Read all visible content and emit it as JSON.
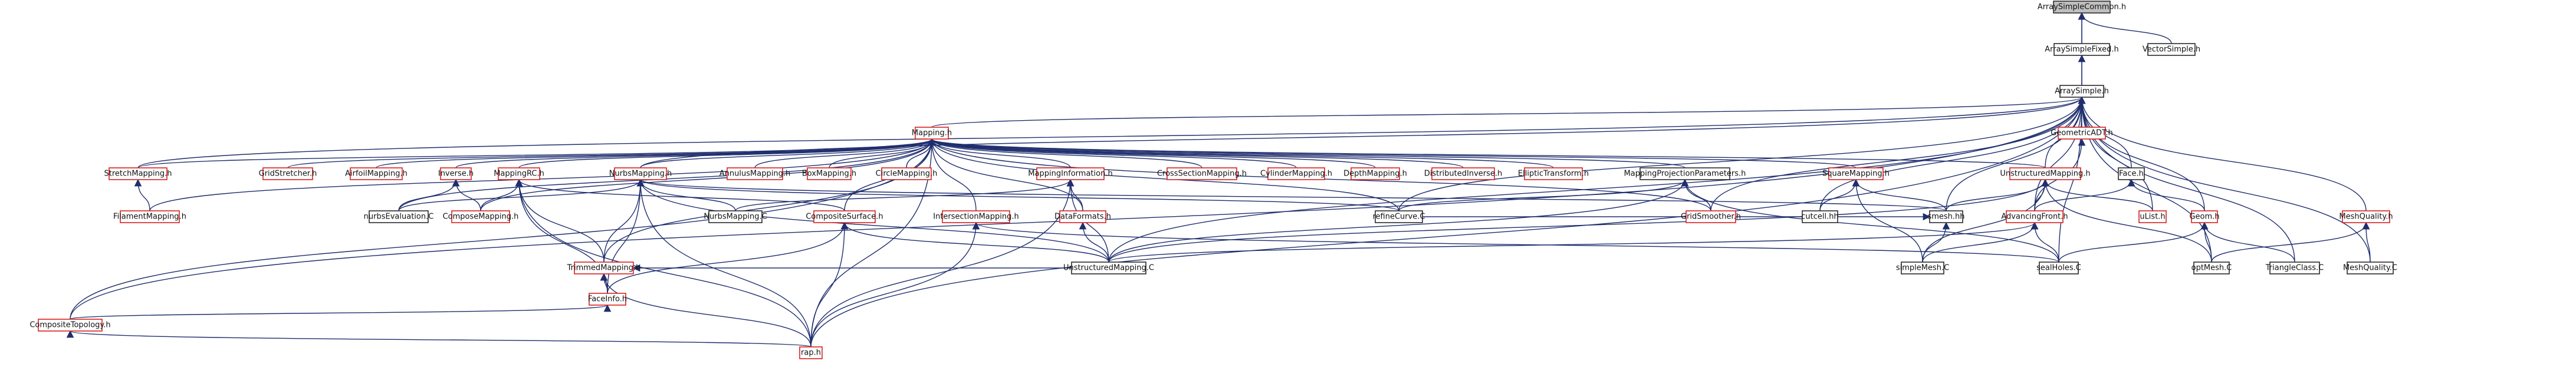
{
  "nodes": [
    {
      "id": "ArraySimpleCommon.h",
      "label": "ArraySimpleCommon.h",
      "color": "root"
    },
    {
      "id": "ArraySimpleFixed.h",
      "label": "ArraySimpleFixed.h",
      "color": "black"
    },
    {
      "id": "VectorSimple.h",
      "label": "VectorSimple.h",
      "color": "black"
    },
    {
      "id": "ArraySimple.h",
      "label": "ArraySimple.h",
      "color": "black"
    },
    {
      "id": "Mapping.h",
      "label": "Mapping.h",
      "color": "red"
    },
    {
      "id": "GeometricADT.h",
      "label": "GeometricADT.h",
      "color": "red"
    },
    {
      "id": "StretchMapping.h",
      "label": "StretchMapping.h",
      "color": "red"
    },
    {
      "id": "GridStretcher.h",
      "label": "GridStretcher.h",
      "color": "red"
    },
    {
      "id": "AirfoilMapping.h",
      "label": "AirfoilMapping.h",
      "color": "red"
    },
    {
      "id": "Inverse.h",
      "label": "Inverse.h",
      "color": "red"
    },
    {
      "id": "MappingRC.h",
      "label": "MappingRC.h",
      "color": "red"
    },
    {
      "id": "NurbsMapping.h",
      "label": "NurbsMapping.h",
      "color": "red"
    },
    {
      "id": "AnnulusMapping.h",
      "label": "AnnulusMapping.h",
      "color": "red"
    },
    {
      "id": "BoxMapping.h",
      "label": "BoxMapping.h",
      "color": "red"
    },
    {
      "id": "CircleMapping.h",
      "label": "CircleMapping.h",
      "color": "red"
    },
    {
      "id": "MappingInformation.h",
      "label": "MappingInformation.h",
      "color": "red"
    },
    {
      "id": "CrossSectionMapping.h",
      "label": "CrossSectionMapping.h",
      "color": "red"
    },
    {
      "id": "CylinderMapping.h",
      "label": "CylinderMapping.h",
      "color": "red"
    },
    {
      "id": "DepthMapping.h",
      "label": "DepthMapping.h",
      "color": "red"
    },
    {
      "id": "DistributedInverse.h",
      "label": "DistributedInverse.h",
      "color": "red"
    },
    {
      "id": "EllipticTransform.h",
      "label": "EllipticTransform.h",
      "color": "red"
    },
    {
      "id": "MappingProjectionParameters.h",
      "label": "MappingProjectionParameters.h",
      "color": "black"
    },
    {
      "id": "SquareMapping.h",
      "label": "SquareMapping.h",
      "color": "red"
    },
    {
      "id": "UnstructuredMapping.h",
      "label": "UnstructuredMapping.h",
      "color": "red"
    },
    {
      "id": "Face.h",
      "label": "Face.h",
      "color": "black"
    },
    {
      "id": "FilamentMapping.h",
      "label": "FilamentMapping.h",
      "color": "red"
    },
    {
      "id": "nurbsEvaluation.C",
      "label": "nurbsEvaluation.C",
      "color": "black"
    },
    {
      "id": "ComposeMapping.h",
      "label": "ComposeMapping.h",
      "color": "red"
    },
    {
      "id": "NurbsMapping.C",
      "label": "NurbsMapping.C",
      "color": "black"
    },
    {
      "id": "TrimmedMapping.h",
      "label": "TrimmedMapping.h",
      "color": "red"
    },
    {
      "id": "CompositeSurface.h",
      "label": "CompositeSurface.h",
      "color": "red"
    },
    {
      "id": "IntersectionMapping.h",
      "label": "IntersectionMapping.h",
      "color": "red"
    },
    {
      "id": "DataFormats.h",
      "label": "DataFormats.h",
      "color": "red"
    },
    {
      "id": "refineCurve.C",
      "label": "refineCurve.C",
      "color": "black"
    },
    {
      "id": "GridSmoother.h",
      "label": "GridSmoother.h",
      "color": "red"
    },
    {
      "id": "cutcell.hh",
      "label": "cutcell.hh",
      "color": "black"
    },
    {
      "id": "smesh.hh",
      "label": "smesh.hh",
      "color": "black"
    },
    {
      "id": "AdvancingFront.h",
      "label": "AdvancingFront.h",
      "color": "red"
    },
    {
      "id": "uList.h",
      "label": "uList.h",
      "color": "red"
    },
    {
      "id": "Geom.h",
      "label": "Geom.h",
      "color": "red"
    },
    {
      "id": "MeshQuality.h",
      "label": "MeshQuality.h",
      "color": "red"
    },
    {
      "id": "FaceInfo.h",
      "label": "FaceInfo.h",
      "color": "red"
    },
    {
      "id": "UnstructuredMapping.C",
      "label": "UnstructuredMapping.C",
      "color": "black"
    },
    {
      "id": "simpleMesh.C",
      "label": "simpleMesh.C",
      "color": "black"
    },
    {
      "id": "sealHoles.C",
      "label": "sealHoles.C",
      "color": "black"
    },
    {
      "id": "optMesh.C",
      "label": "optMesh.C",
      "color": "black"
    },
    {
      "id": "TriangleClass.C",
      "label": "TriangleClass.C",
      "color": "black"
    },
    {
      "id": "MeshQuality.C",
      "label": "MeshQuality.C",
      "color": "black"
    },
    {
      "id": "CompositeTopology.h",
      "label": "CompositeTopology.h",
      "color": "red"
    },
    {
      "id": "rap.h",
      "label": "rap.h",
      "color": "red"
    }
  ],
  "edges": [
    [
      "ArraySimpleFixed.h",
      "ArraySimpleCommon.h"
    ],
    [
      "VectorSimple.h",
      "ArraySimpleCommon.h"
    ],
    [
      "ArraySimple.h",
      "ArraySimpleCommon.h"
    ],
    [
      "ArraySimple.h",
      "ArraySimpleFixed.h"
    ],
    [
      "Mapping.h",
      "ArraySimple.h"
    ],
    [
      "GeometricADT.h",
      "ArraySimple.h"
    ],
    [
      "Face.h",
      "ArraySimple.h"
    ],
    [
      "UnstructuredMapping.h",
      "ArraySimple.h"
    ],
    [
      "StretchMapping.h",
      "ArraySimple.h"
    ],
    [
      "NurbsMapping.h",
      "ArraySimple.h"
    ],
    [
      "CompositeTopology.h",
      "ArraySimple.h"
    ],
    [
      "rap.h",
      "ArraySimple.h"
    ],
    [
      "AdvancingFront.h",
      "ArraySimple.h"
    ],
    [
      "Geom.h",
      "ArraySimple.h"
    ],
    [
      "MeshQuality.h",
      "ArraySimple.h"
    ],
    [
      "uList.h",
      "ArraySimple.h"
    ],
    [
      "smesh.hh",
      "ArraySimple.h"
    ],
    [
      "cutcell.hh",
      "ArraySimple.h"
    ],
    [
      "GridSmoother.h",
      "ArraySimple.h"
    ],
    [
      "refineCurve.C",
      "ArraySimple.h"
    ],
    [
      "UnstructuredMapping.C",
      "ArraySimple.h"
    ],
    [
      "optMesh.C",
      "ArraySimple.h"
    ],
    [
      "TriangleClass.C",
      "ArraySimple.h"
    ],
    [
      "MeshQuality.C",
      "ArraySimple.h"
    ],
    [
      "sealHoles.C",
      "ArraySimple.h"
    ],
    [
      "StretchMapping.h",
      "Mapping.h"
    ],
    [
      "GridStretcher.h",
      "Mapping.h"
    ],
    [
      "AirfoilMapping.h",
      "Mapping.h"
    ],
    [
      "Inverse.h",
      "Mapping.h"
    ],
    [
      "MappingRC.h",
      "Mapping.h"
    ],
    [
      "NurbsMapping.h",
      "Mapping.h"
    ],
    [
      "AnnulusMapping.h",
      "Mapping.h"
    ],
    [
      "BoxMapping.h",
      "Mapping.h"
    ],
    [
      "CircleMapping.h",
      "Mapping.h"
    ],
    [
      "MappingInformation.h",
      "Mapping.h"
    ],
    [
      "CrossSectionMapping.h",
      "Mapping.h"
    ],
    [
      "CylinderMapping.h",
      "Mapping.h"
    ],
    [
      "DepthMapping.h",
      "Mapping.h"
    ],
    [
      "DistributedInverse.h",
      "Mapping.h"
    ],
    [
      "EllipticTransform.h",
      "Mapping.h"
    ],
    [
      "MappingProjectionParameters.h",
      "Mapping.h"
    ],
    [
      "SquareMapping.h",
      "Mapping.h"
    ],
    [
      "UnstructuredMapping.h",
      "Mapping.h"
    ],
    [
      "FilamentMapping.h",
      "Mapping.h"
    ],
    [
      "ComposeMapping.h",
      "Mapping.h"
    ],
    [
      "CompositeSurface.h",
      "Mapping.h"
    ],
    [
      "IntersectionMapping.h",
      "Mapping.h"
    ],
    [
      "DataFormats.h",
      "Mapping.h"
    ],
    [
      "GridSmoother.h",
      "Mapping.h"
    ],
    [
      "refineCurve.C",
      "Mapping.h"
    ],
    [
      "nurbsEvaluation.C",
      "Mapping.h"
    ],
    [
      "TrimmedMapping.h",
      "Mapping.h"
    ],
    [
      "CompositeTopology.h",
      "Mapping.h"
    ],
    [
      "rap.h",
      "Mapping.h"
    ],
    [
      "FilamentMapping.h",
      "StretchMapping.h"
    ],
    [
      "nurbsEvaluation.C",
      "Inverse.h"
    ],
    [
      "ComposeMapping.h",
      "Inverse.h"
    ],
    [
      "ComposeMapping.h",
      "MappingRC.h"
    ],
    [
      "TrimmedMapping.h",
      "MappingRC.h"
    ],
    [
      "FaceInfo.h",
      "MappingRC.h"
    ],
    [
      "CompositeSurface.h",
      "MappingRC.h"
    ],
    [
      "rap.h",
      "MappingRC.h"
    ],
    [
      "nurbsEvaluation.C",
      "NurbsMapping.h"
    ],
    [
      "NurbsMapping.C",
      "NurbsMapping.h"
    ],
    [
      "TrimmedMapping.h",
      "NurbsMapping.h"
    ],
    [
      "FaceInfo.h",
      "NurbsMapping.h"
    ],
    [
      "rap.h",
      "NurbsMapping.h"
    ],
    [
      "UnstructuredMapping.C",
      "NurbsMapping.h"
    ],
    [
      "refineCurve.C",
      "NurbsMapping.h"
    ],
    [
      "smesh.hh",
      "NurbsMapping.h"
    ],
    [
      "NurbsMapping.C",
      "MappingInformation.h"
    ],
    [
      "DataFormats.h",
      "MappingInformation.h"
    ],
    [
      "UnstructuredMapping.C",
      "MappingInformation.h"
    ],
    [
      "rap.h",
      "MappingInformation.h"
    ],
    [
      "refineCurve.C",
      "MappingProjectionParameters.h"
    ],
    [
      "GridSmoother.h",
      "MappingProjectionParameters.h"
    ],
    [
      "UnstructuredMapping.C",
      "MappingProjectionParameters.h"
    ],
    [
      "sealHoles.C",
      "MappingProjectionParameters.h"
    ],
    [
      "cutcell.hh",
      "SquareMapping.h"
    ],
    [
      "smesh.hh",
      "SquareMapping.h"
    ],
    [
      "simpleMesh.C",
      "SquareMapping.h"
    ],
    [
      "AdvancingFront.h",
      "UnstructuredMapping.h"
    ],
    [
      "uList.h",
      "UnstructuredMapping.h"
    ],
    [
      "UnstructuredMapping.C",
      "UnstructuredMapping.h"
    ],
    [
      "simpleMesh.C",
      "UnstructuredMapping.h"
    ],
    [
      "optMesh.C",
      "UnstructuredMapping.h"
    ],
    [
      "smesh.hh",
      "UnstructuredMapping.h"
    ],
    [
      "AdvancingFront.h",
      "Face.h"
    ],
    [
      "AdvancingFront.h",
      "GeometricADT.h"
    ],
    [
      "Geom.h",
      "Face.h"
    ],
    [
      "simpleMesh.C",
      "AdvancingFront.h"
    ],
    [
      "sealHoles.C",
      "AdvancingFront.h"
    ],
    [
      "UnstructuredMapping.C",
      "AdvancingFront.h"
    ],
    [
      "optMesh.C",
      "Geom.h"
    ],
    [
      "TriangleClass.C",
      "Geom.h"
    ],
    [
      "sealHoles.C",
      "Geom.h"
    ],
    [
      "optMesh.C",
      "MeshQuality.h"
    ],
    [
      "MeshQuality.C",
      "MeshQuality.h"
    ],
    [
      "UnstructuredMapping.C",
      "CompositeSurface.h"
    ],
    [
      "FaceInfo.h",
      "CompositeSurface.h"
    ],
    [
      "rap.h",
      "CompositeSurface.h"
    ],
    [
      "UnstructuredMapping.C",
      "TrimmedMapping.h"
    ],
    [
      "FaceInfo.h",
      "TrimmedMapping.h"
    ],
    [
      "rap.h",
      "TrimmedMapping.h"
    ],
    [
      "UnstructuredMapping.C",
      "DataFormats.h"
    ],
    [
      "rap.h",
      "IntersectionMapping.h"
    ],
    [
      "sealHoles.C",
      "IntersectionMapping.h"
    ],
    [
      "CompositeTopology.h",
      "FaceInfo.h"
    ],
    [
      "rap.h",
      "CompositeTopology.h"
    ],
    [
      "simpleMesh.C",
      "smesh.hh"
    ],
    [
      "refineCurve.C",
      "smesh.hh"
    ]
  ]
}
